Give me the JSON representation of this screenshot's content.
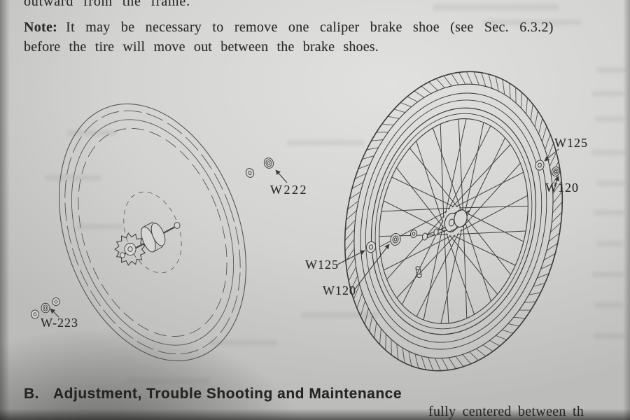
{
  "page": {
    "top_partial_line": "outward from the frame.",
    "note_label": "Note:",
    "note_line1": "It may be necessary to remove one caliper brake shoe (see Sec. 6.3.2)",
    "note_line2": "before the tire will move out between the brake shoes.",
    "section_letter": "B.",
    "section_title": "Adjustment, Trouble Shooting and Maintenance",
    "bottom_partial_line": "fully centered between th"
  },
  "diagram": {
    "labels": {
      "w222": "W222",
      "w223": "W-223",
      "w125_left": "W125",
      "w120_left": "W120",
      "w125_right": "W125",
      "w120_right": "W120"
    }
  },
  "colors": {
    "paper": "#d2d2d0",
    "ink": "#2e2c29",
    "line": "#3b3b39"
  }
}
